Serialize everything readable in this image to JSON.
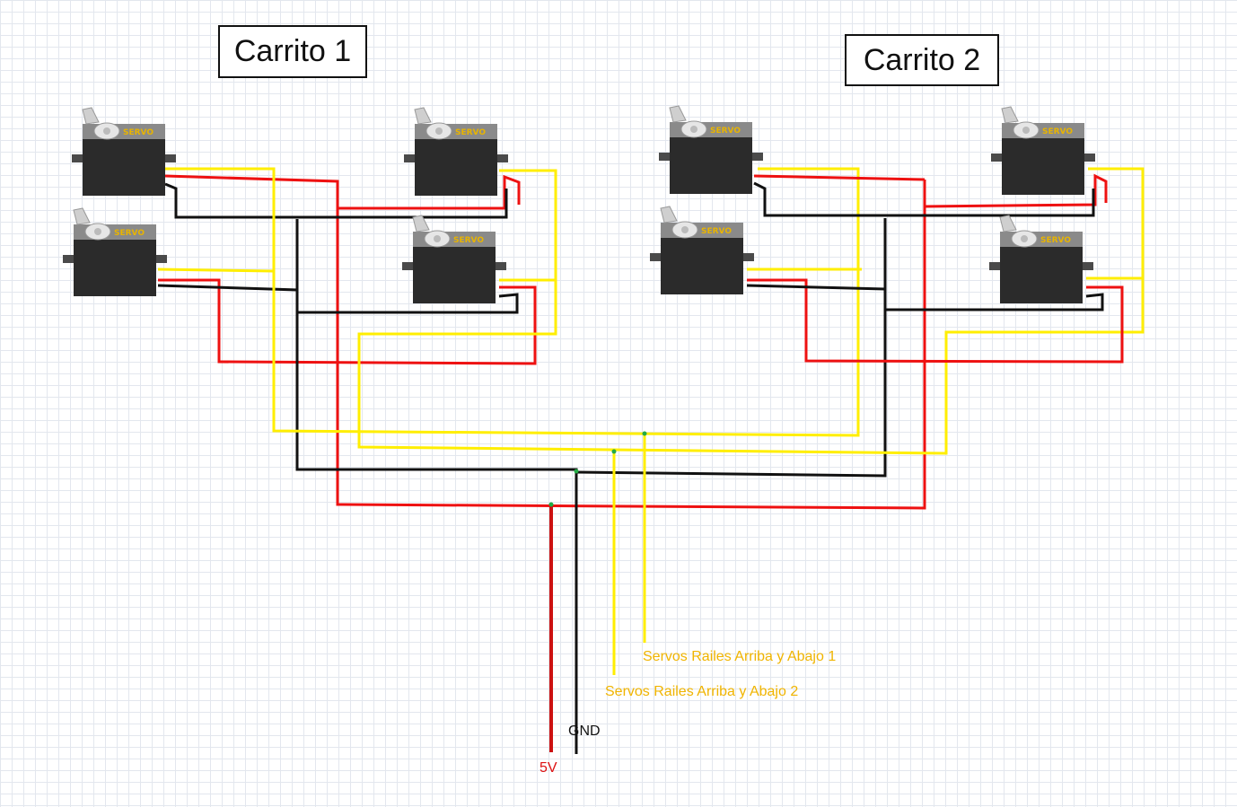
{
  "titles": {
    "carrito_1": "Carrito 1",
    "carrito_2": "Carrito 2"
  },
  "servo_label": "SERVO",
  "labels": {
    "servos_rails_1": "Servos Railes Arriba y Abajo 1",
    "servos_rails_2": "Servos Railes Arriba y Abajo 2",
    "gnd": "GND",
    "vcc": "5V"
  },
  "colors": {
    "wire_red": "#ee1111",
    "wire_black": "#111111",
    "wire_yellow": "#ffee00",
    "label_yellow": "#f0b400",
    "label_red": "#dd1111",
    "servo_body": "#2b2b2b",
    "servo_top": "#8a8a8a",
    "servo_text": "#e8b400"
  }
}
